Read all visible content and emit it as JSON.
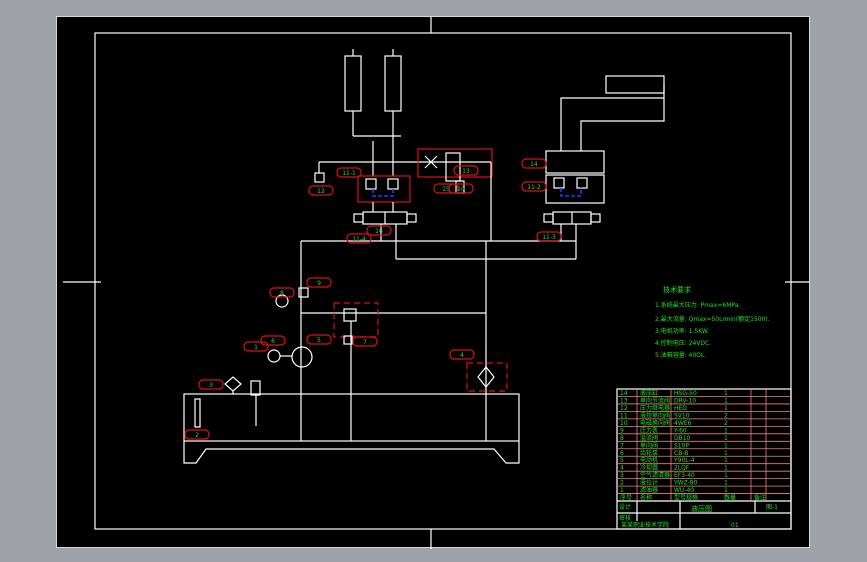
{
  "drawing": {
    "labels": [
      "11-1",
      "12",
      "13",
      "11-2",
      "14",
      "15",
      "16",
      "11-4",
      "11-3",
      "9",
      "8",
      "6",
      "5",
      "7",
      "4",
      "3",
      "2",
      "1",
      "10"
    ],
    "tech_requirements": {
      "title": "技术要求",
      "items": [
        "1.系统最大压力: Pmax=6MPa.",
        "2.最大流量: Qmax=50L/min(额定1500).",
        "3.电机功率: 1.5KW.",
        "4.控制电压: 24VDC.",
        "5.油箱容量: 40OL."
      ]
    },
    "bom": {
      "rows": [
        [
          "14",
          "液压缸",
          "HSG-50",
          "1",
          ""
        ],
        [
          "13",
          "单向节流阀",
          "DRV-10",
          "1",
          ""
        ],
        [
          "12",
          "压力继电器",
          "HED",
          "1",
          ""
        ],
        [
          "11",
          "液控单向阀",
          "SV10",
          "2",
          ""
        ],
        [
          "10",
          "电磁换向阀",
          "4WE6",
          "2",
          ""
        ],
        [
          "9",
          "压力表",
          "Y-60",
          "1",
          ""
        ],
        [
          "8",
          "溢流阀",
          "DB10",
          "1",
          ""
        ],
        [
          "7",
          "单向阀",
          "S10P",
          "1",
          ""
        ],
        [
          "6",
          "齿轮泵",
          "CB-B",
          "1",
          ""
        ],
        [
          "5",
          "电动机",
          "Y90L-4",
          "1",
          ""
        ],
        [
          "4",
          "冷却器",
          "2LQF",
          "1",
          ""
        ],
        [
          "3",
          "空气滤清器",
          "EF3-40",
          "1",
          ""
        ],
        [
          "2",
          "液位计",
          "YWZ-80",
          "1",
          ""
        ],
        [
          "1",
          "滤油器",
          "WU-40",
          "1",
          ""
        ]
      ],
      "header": [
        "序号",
        "名称",
        "型号规格",
        "数量",
        "备注"
      ],
      "title_block": {
        "title": "液压图",
        "drawing_no": "图-1",
        "designer": "设计",
        "reviewer": "审核",
        "school": "某某职业技术学院",
        "sheet": "01"
      }
    }
  }
}
